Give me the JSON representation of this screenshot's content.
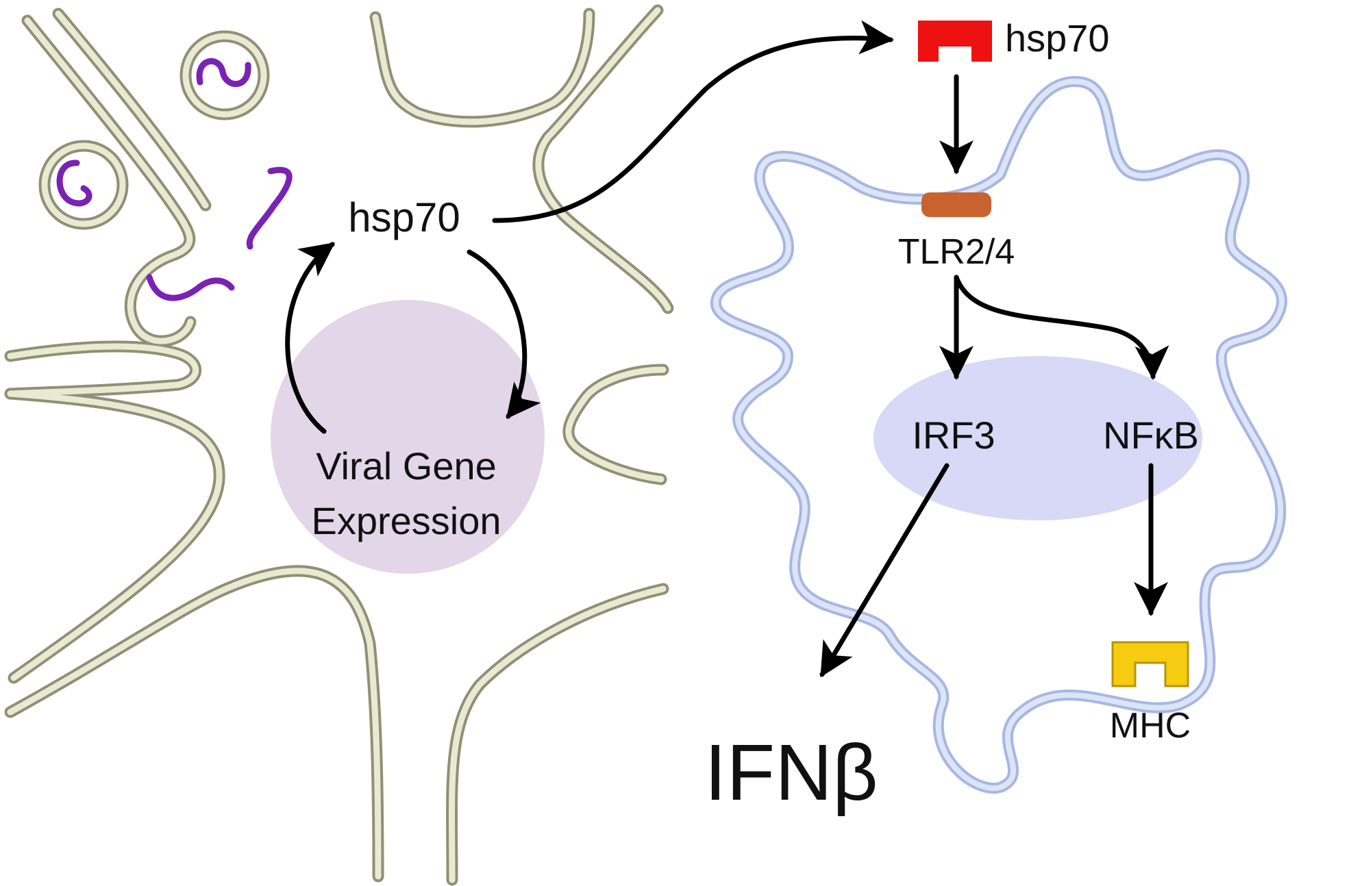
{
  "labels": {
    "hsp70_inside": "hsp70",
    "hsp70_outside": "hsp70",
    "viral_gene_line1": "Viral Gene",
    "viral_gene_line2": "Expression",
    "tlr": "TLR2/4",
    "irf3": "IRF3",
    "nfkb": "NFκB",
    "mhc": "MHC",
    "ifnb": "IFNβ"
  },
  "colors": {
    "neuron_membrane_fill": "#e9ead2",
    "neuron_membrane_stroke": "#8f9176",
    "viral_nucleus": "#e3d6e8",
    "virus_genome": "#7a22b4",
    "immune_membrane": "#bccbec",
    "immune_nucleus": "#d7d9f6",
    "hsp70_protein": "#ee1111",
    "tlr_receptor": "#c8632f",
    "mhc_receptor": "#f5cc10",
    "arrow": "#000000"
  },
  "icons": [
    "virus-particle-icon",
    "hsp70-protein-icon",
    "tlr-receptor-icon",
    "mhc-receptor-icon"
  ]
}
